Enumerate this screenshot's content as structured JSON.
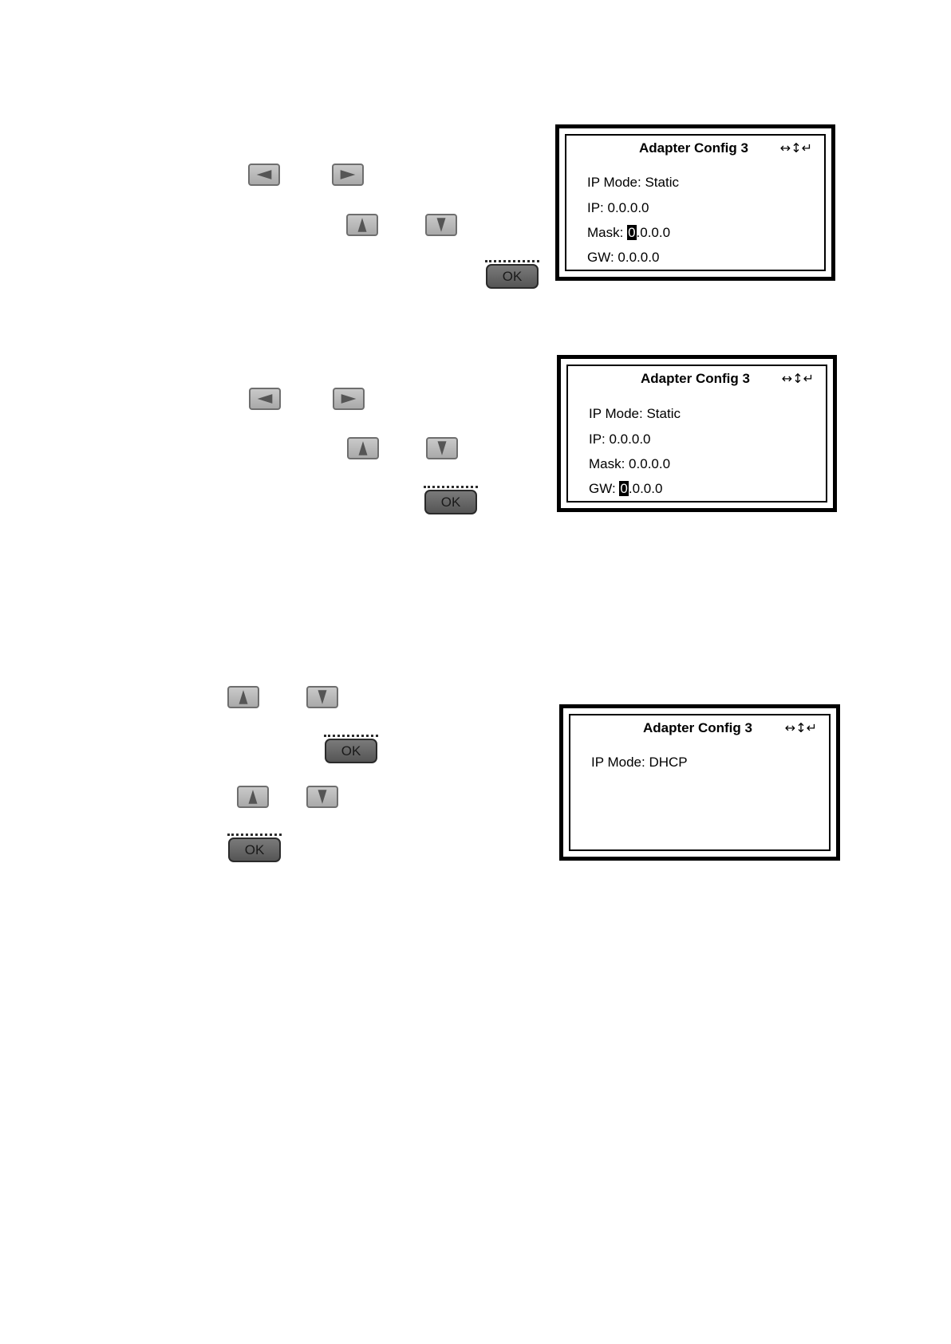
{
  "keys": {
    "ok_label": "OK"
  },
  "screens": [
    {
      "title": "Adapter Config 3",
      "nav_symbols": "↔↕↵",
      "lines": {
        "ip_mode": "IP Mode: Static",
        "ip": "IP: 0.0.0.0",
        "mask_label": "Mask: ",
        "mask_cursor": "0",
        "mask_rest": ".0.0.0",
        "gw": "GW: 0.0.0.0"
      }
    },
    {
      "title": "Adapter Config 3",
      "nav_symbols": "↔↕↵",
      "lines": {
        "ip_mode": "IP Mode: Static",
        "ip": "IP: 0.0.0.0",
        "mask": "Mask: 0.0.0.0",
        "gw_label": "GW: ",
        "gw_cursor": "0",
        "gw_rest": ".0.0.0"
      }
    },
    {
      "title": "Adapter Config 3",
      "nav_symbols": "↔↕↵",
      "lines": {
        "ip_mode": "IP Mode: DHCP"
      }
    }
  ]
}
